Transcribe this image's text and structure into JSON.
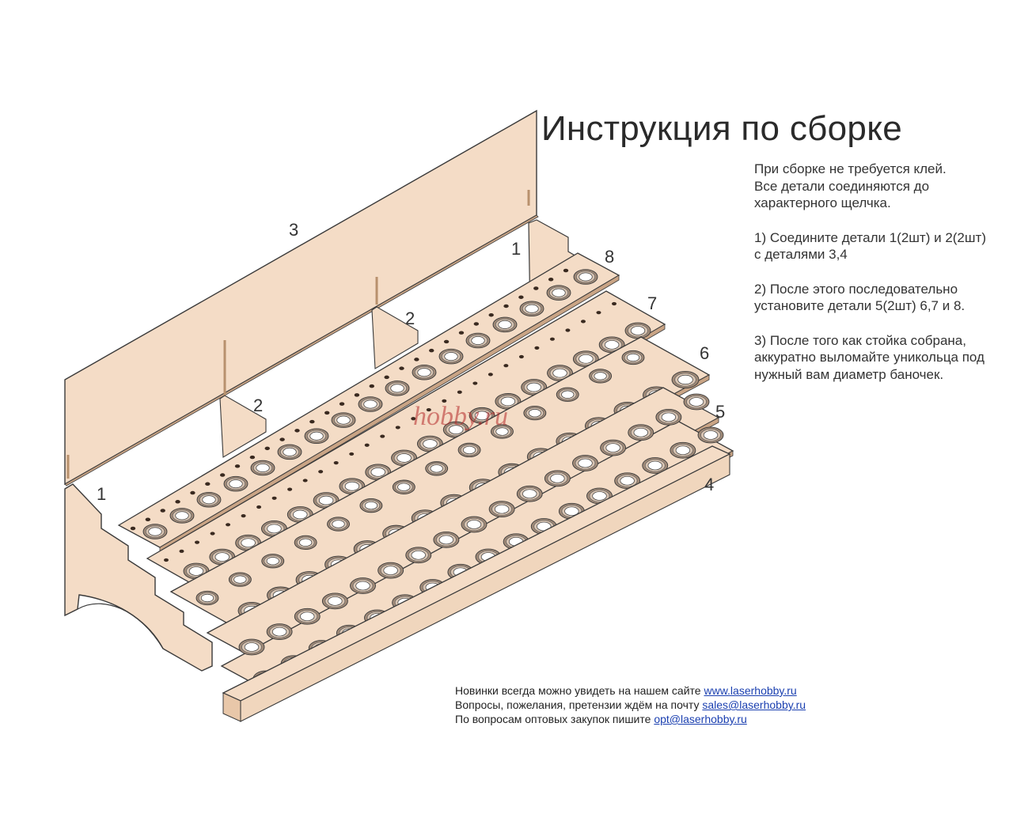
{
  "title": "Инструкция по сборке",
  "instructions": {
    "intro": "При сборке не требуется клей.\nВсе детали соединяются до характерного щелчка.",
    "step1": "1) Соедините детали 1(2шт) и 2(2шт) с деталями 3,4",
    "step2": "2) После этого последовательно установите детали 5(2шт) 6,7 и 8.",
    "step3": "3) После того как стойка собрана, аккуратно выломайте уникольца под нужный вам диаметр баночек."
  },
  "part_labels": {
    "side_right": "1",
    "side_left": "1",
    "divider_right": "2",
    "divider_left": "2",
    "back_panel": "3",
    "base": "4",
    "shelf5": "5",
    "shelf6": "6",
    "shelf7": "7",
    "shelf8": "8"
  },
  "footer": {
    "line1_text": "Новинки всегда можно увидеть на нашем сайте ",
    "line1_link": "www.laserhobby.ru",
    "line2_text": "Вопросы, пожелания, претензии ждём на почту ",
    "line2_link": "sales@laserhobby.ru",
    "line3_text": "По вопросам оптовых закупок пишите ",
    "line3_link": "opt@laserhobby.ru"
  },
  "watermark": {
    "text": "hobby.ru"
  },
  "colors": {
    "wood": "#f4dcc6",
    "wood_edge": "#c9a485",
    "outline": "#3a3a3a",
    "ring_outer": "#a08a78",
    "ring_inner": "#ffffff",
    "link": "#1a3fb0"
  }
}
